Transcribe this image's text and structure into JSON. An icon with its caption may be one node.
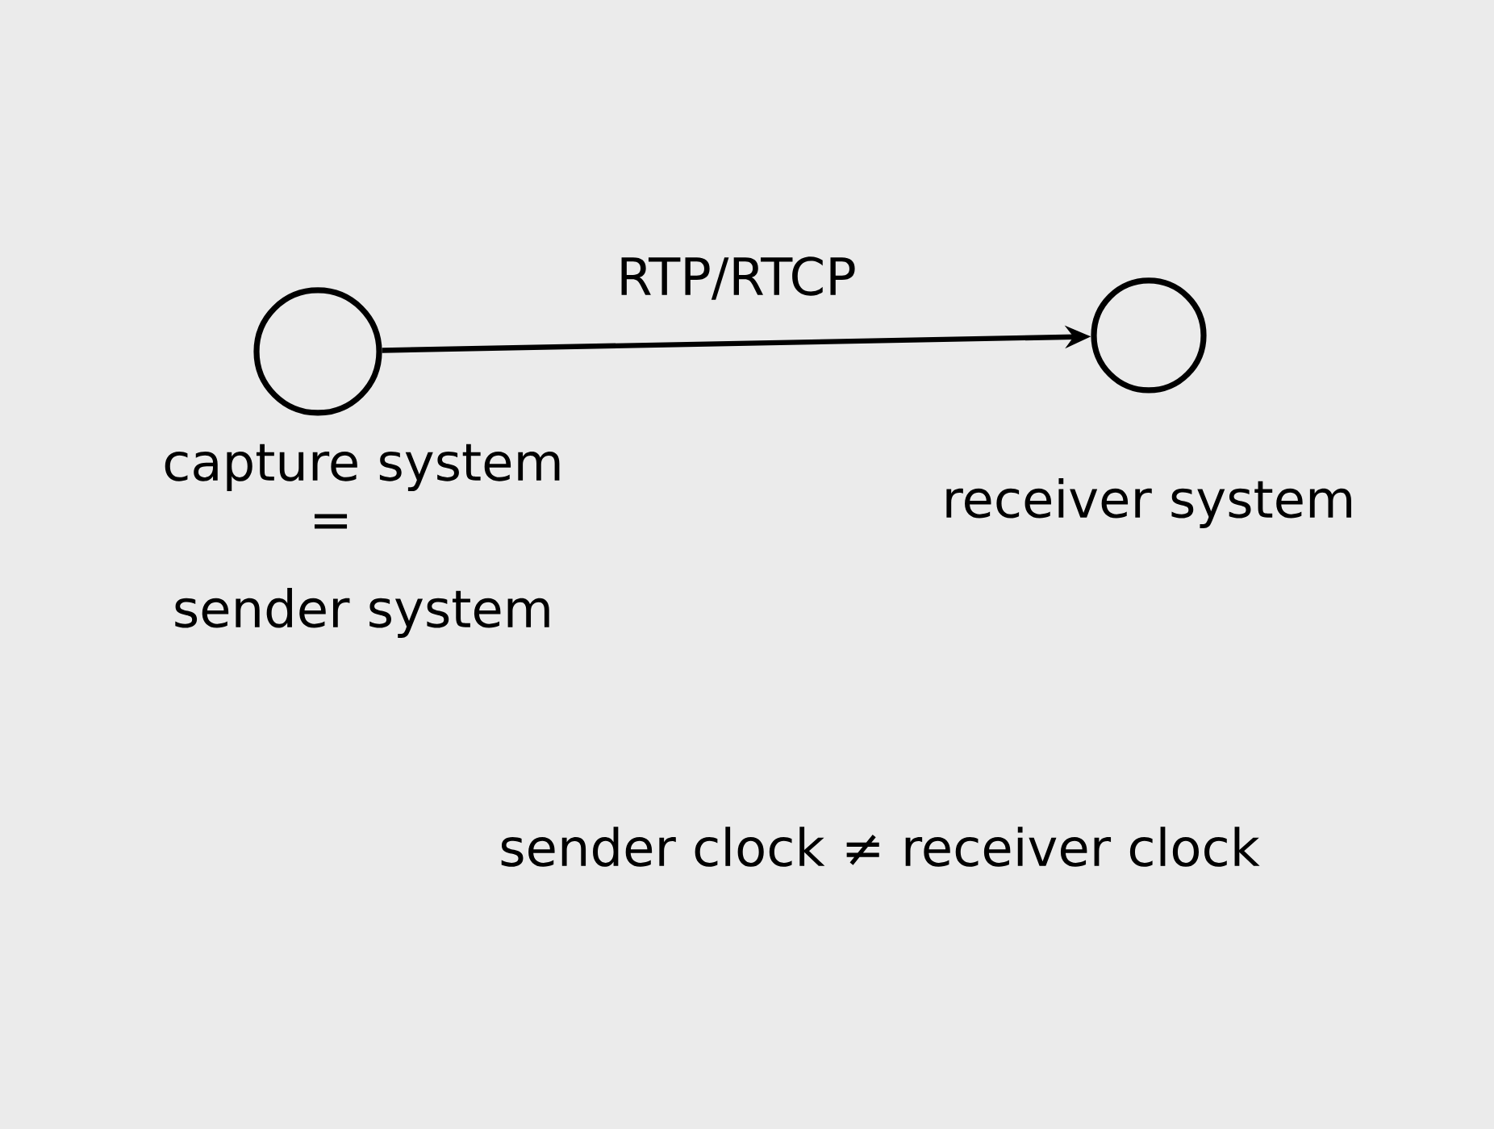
{
  "diagram": {
    "nodes": [
      {
        "text": [],
        "shape": "circle",
        "beside": [
          "capture system",
          "=",
          "sender system"
        ]
      },
      {
        "text": [],
        "shape": "circle",
        "beside": [
          "receiver system"
        ]
      }
    ],
    "edges": [
      {
        "from": 0,
        "to": 1,
        "arrow": "to",
        "label": "RTP/RTCP"
      }
    ],
    "labels": [
      "sender clock ≠ receiver clock"
    ]
  }
}
